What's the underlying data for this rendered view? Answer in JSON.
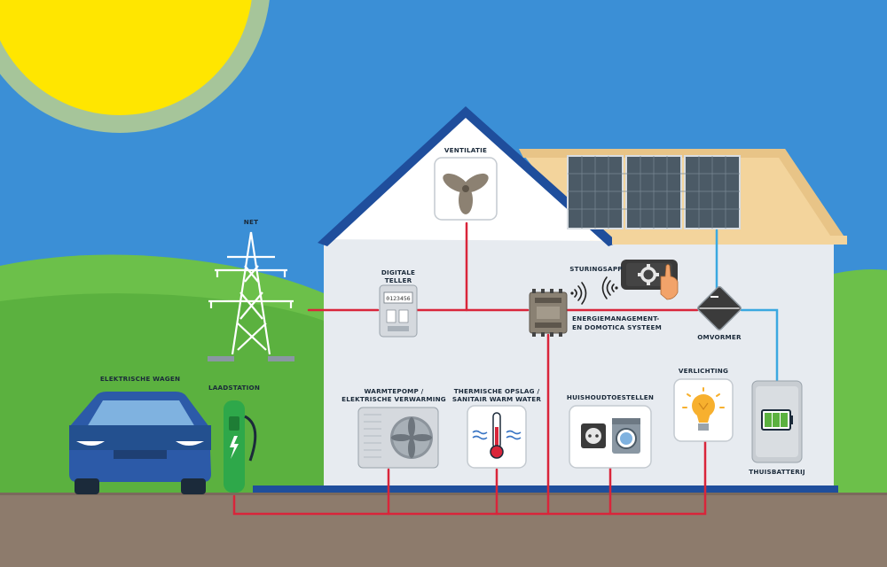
{
  "labels": {
    "net": "NET",
    "digital_meter_line1": "DIGITALE",
    "digital_meter_line2": "TELLER",
    "meter_display": "0123456",
    "ventilation": "VENTILATIE",
    "control_app": "STURINGSAPP",
    "ems_line1": "ENERGIEMANAGEMENT-",
    "ems_line2": "EN DOMOTICA SYSTEEM",
    "inverter": "OMVORMER",
    "lighting": "VERLICHTING",
    "home_battery": "THUISBATTERIJ",
    "heat_pump_line1": "WARMTEPOMP /",
    "heat_pump_line2": "ELEKTRISCHE VERWARMING",
    "thermal_storage_line1": "THERMISCHE OPSLAG /",
    "thermal_storage_line2": "SANITAIR WARM WATER",
    "appliances": "HUISHOUDTOESTELLEN",
    "charging_station": "LAADSTATION",
    "electric_car": "ELEKTRISCHE WAGEN"
  },
  "colors": {
    "sky": "#3b8fd6",
    "sun": "#ffe600",
    "grass": "#6cc04a",
    "ground": "#8d7b6c",
    "house_wall": "#e7ebf0",
    "roof_outline": "#1f4e9c",
    "roof_tiles": "#f3d49c",
    "power_line": "#d9253a",
    "dc_line": "#3aa8e0",
    "car": "#2c5aa8",
    "charger": "#2ea84a"
  }
}
